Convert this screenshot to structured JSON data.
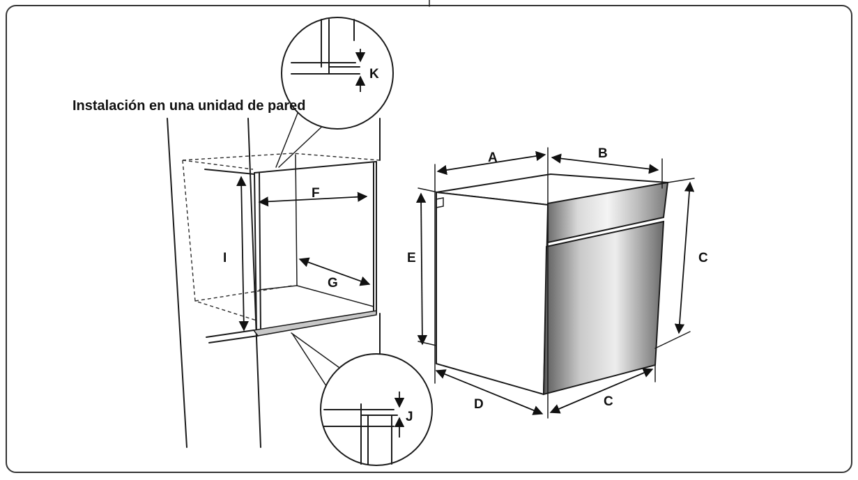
{
  "title": "Instalación en una unidad de pared",
  "labels": {
    "A": "A",
    "B": "B",
    "C_right": "C",
    "C_bottom": "C",
    "D": "D",
    "E": "E",
    "F": "F",
    "G": "G",
    "I": "I",
    "J": "J",
    "K": "K"
  },
  "icons": {
    "frame": "diagram-frame",
    "cabinet": "wall-cabinet-illustration",
    "oven": "oven-illustration",
    "detail_top": "magnifier-detail-k",
    "detail_bottom": "magnifier-detail-j"
  },
  "colors": {
    "line": "#1a1a1a",
    "background": "#ffffff"
  }
}
